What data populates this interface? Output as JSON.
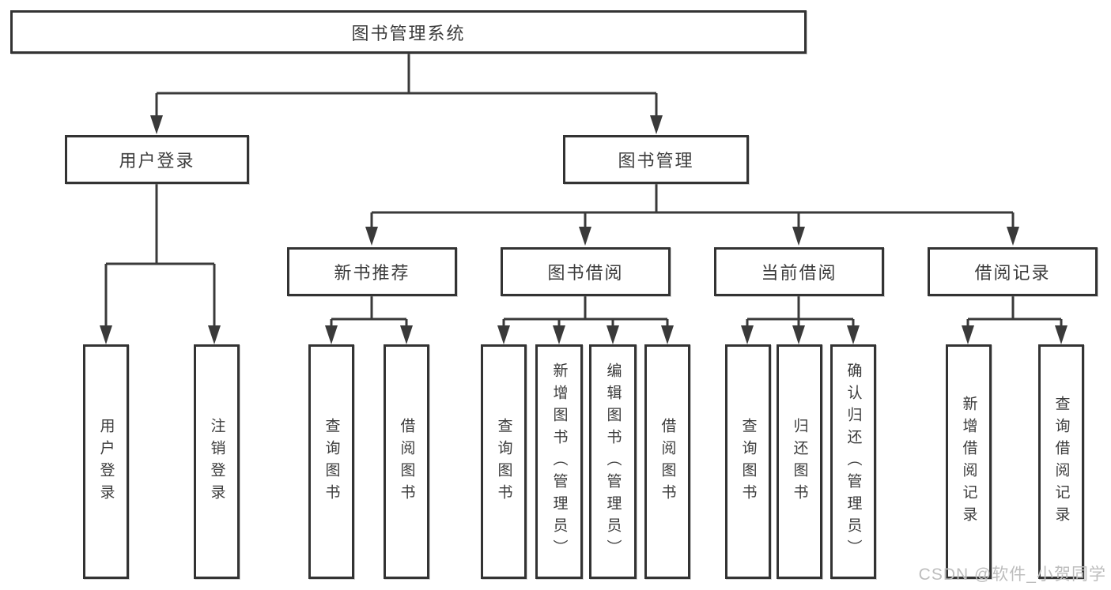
{
  "diagram": {
    "root": {
      "label": "图书管理系统"
    },
    "level2": [
      {
        "label": "用户登录"
      },
      {
        "label": "图书管理"
      }
    ],
    "level3": [
      {
        "label": "新书推荐"
      },
      {
        "label": "图书借阅"
      },
      {
        "label": "当前借阅"
      },
      {
        "label": "借阅记录"
      }
    ],
    "leaves": [
      {
        "label": "用户登录"
      },
      {
        "label": "注销登录"
      },
      {
        "label": "查询图书"
      },
      {
        "label": "借阅图书"
      },
      {
        "label": "查询图书"
      },
      {
        "label": "新增图书（管理员）"
      },
      {
        "label": "编辑图书（管理员）"
      },
      {
        "label": "借阅图书"
      },
      {
        "label": "查询图书"
      },
      {
        "label": "归还图书"
      },
      {
        "label": "确认归还（管理员）"
      },
      {
        "label": "新增借阅记录"
      },
      {
        "label": "查询借阅记录"
      }
    ]
  },
  "watermark": "CSDN @软件_小贺同学",
  "colors": {
    "line": "#3a3a3a",
    "box_border": "#333333",
    "text": "#3c3c3c",
    "watermark": "#bdbdbd",
    "background": "#ffffff"
  }
}
